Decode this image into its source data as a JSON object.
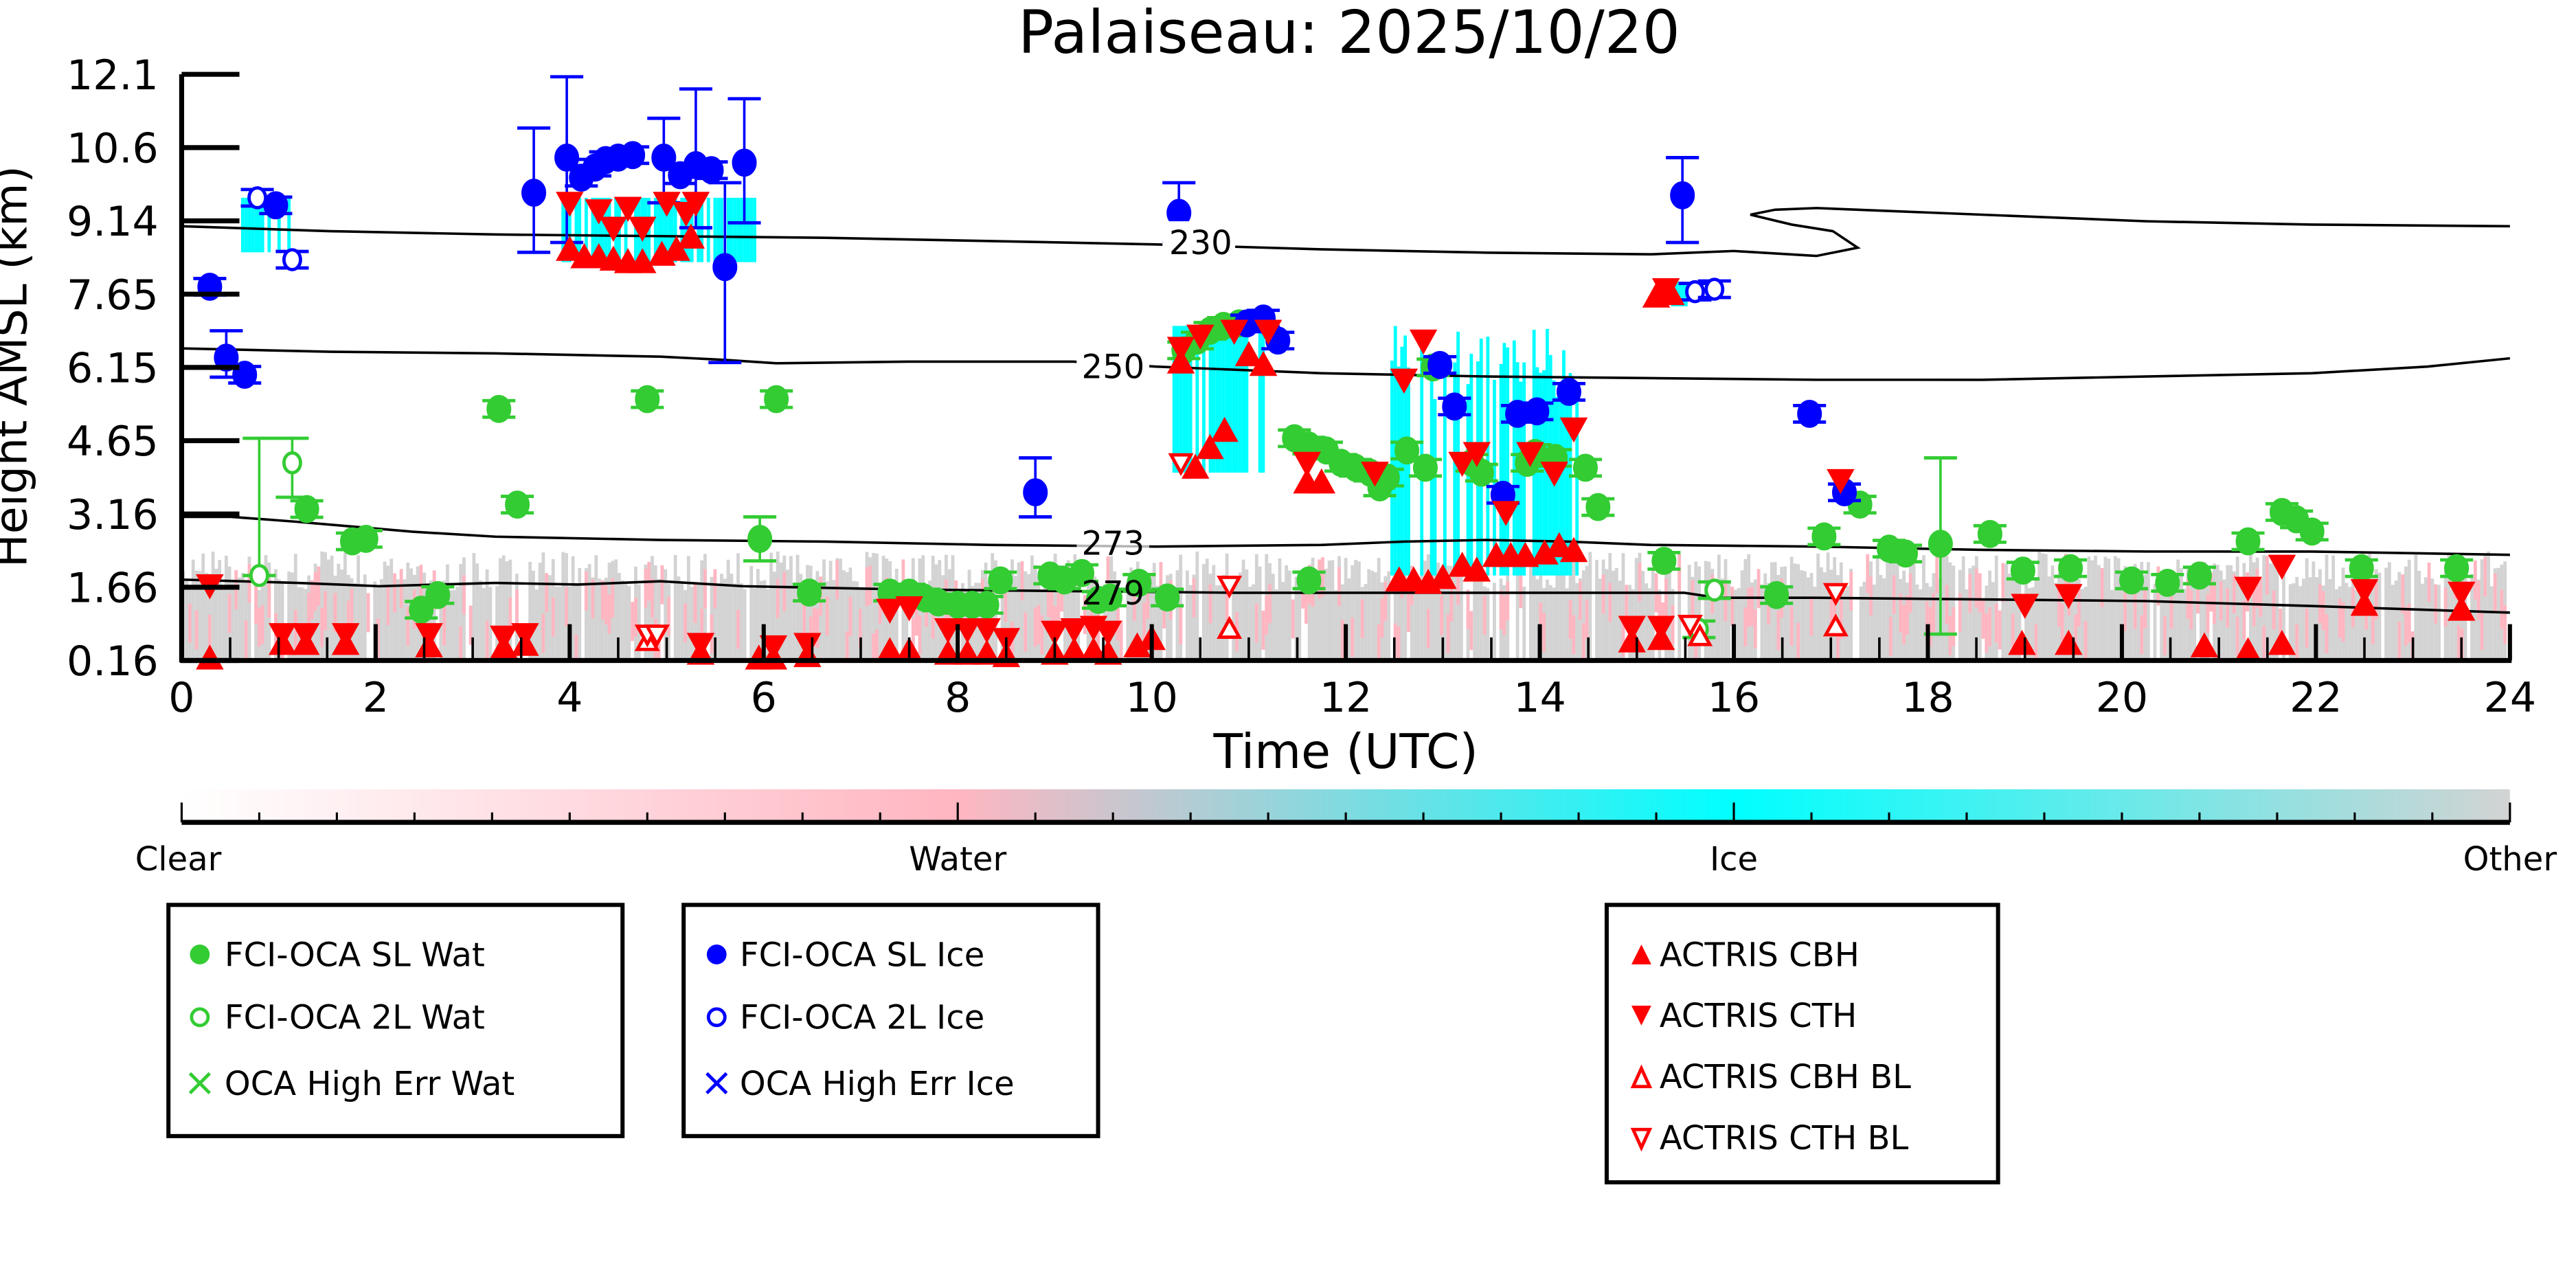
{
  "chart_data": {
    "type": "scatter",
    "title": "Palaiseau: 2025/10/20",
    "xlabel": "Time (UTC)",
    "ylabel": "Height AMSL (km)",
    "xlim": [
      0,
      24
    ],
    "xticks": [
      "0",
      "2",
      "4",
      "6",
      "8",
      "10",
      "12",
      "14",
      "16",
      "18",
      "20",
      "22",
      "24"
    ],
    "yticks": [
      "0.16",
      "1.66",
      "3.16",
      "4.65",
      "6.15",
      "7.65",
      "9.14",
      "10.6",
      "12.1"
    ],
    "ytick_values": [
      0.16,
      1.66,
      3.16,
      4.65,
      6.15,
      7.65,
      9.14,
      10.6,
      12.1
    ],
    "contour_labels": [
      "230",
      "250",
      "273",
      "279"
    ],
    "colorbar": {
      "labels": [
        "Clear",
        "Water",
        "Ice",
        "Other"
      ],
      "colors": [
        "#ffffff",
        "#ffb6c1",
        "#00ffff",
        "#d3d3d3"
      ]
    },
    "colors": {
      "water": "#33cc33",
      "ice": "#0000ff",
      "actris": "#ff0000",
      "ice_curtain": "#00ffff",
      "water_curtain": "#ffb6c1",
      "other_curtain": "#d3d3d3"
    },
    "legend": {
      "water": [
        "FCI-OCA SL Wat",
        "FCI-OCA 2L Wat",
        "OCA High Err Wat"
      ],
      "ice": [
        "FCI-OCA SL Ice",
        "FCI-OCA 2L Ice",
        "OCA High Err Ice"
      ],
      "actris": [
        "ACTRIS CBH",
        "ACTRIS CTH",
        "ACTRIS CBH BL",
        "ACTRIS CTH BL"
      ]
    },
    "series": [
      {
        "name": "FCI-OCA SL Wat",
        "points": [
          [
            1.29,
            3.26
          ],
          [
            1.76,
            2.6
          ],
          [
            1.9,
            2.65
          ],
          [
            2.47,
            1.2
          ],
          [
            2.64,
            1.5
          ],
          [
            3.27,
            5.3
          ],
          [
            3.46,
            3.35
          ],
          [
            4.8,
            5.5
          ],
          [
            5.96,
            2.65,
            2.2,
            3.1
          ],
          [
            6.13,
            5.5
          ],
          [
            6.47,
            1.55
          ],
          [
            7.3,
            1.55
          ],
          [
            7.5,
            1.55
          ],
          [
            7.65,
            1.45
          ],
          [
            7.8,
            1.35
          ],
          [
            8.0,
            1.3
          ],
          [
            8.15,
            1.3
          ],
          [
            8.3,
            1.3
          ],
          [
            8.44,
            1.8
          ],
          [
            8.95,
            1.9
          ],
          [
            9.1,
            1.8
          ],
          [
            9.28,
            1.95
          ],
          [
            9.45,
            1.4
          ],
          [
            9.57,
            1.45
          ],
          [
            9.87,
            1.75
          ],
          [
            10.16,
            1.45
          ],
          [
            10.33,
            6.5
          ],
          [
            10.47,
            6.7
          ],
          [
            10.6,
            6.9
          ],
          [
            10.74,
            7.0
          ],
          [
            10.9,
            7.05
          ],
          [
            11.47,
            4.7
          ],
          [
            11.62,
            4.55
          ],
          [
            11.62,
            1.8
          ],
          [
            11.8,
            4.45
          ],
          [
            11.95,
            4.2
          ],
          [
            12.1,
            4.1
          ],
          [
            12.25,
            4.0
          ],
          [
            12.35,
            3.7
          ],
          [
            12.43,
            3.9
          ],
          [
            12.63,
            4.45
          ],
          [
            12.82,
            4.1
          ],
          [
            12.9,
            6.15
          ],
          [
            13.3,
            4.2
          ],
          [
            13.4,
            4.0
          ],
          [
            13.87,
            4.2
          ],
          [
            13.95,
            4.4
          ],
          [
            14.16,
            4.3
          ],
          [
            14.47,
            4.1
          ],
          [
            14.6,
            3.3
          ],
          [
            15.28,
            2.2
          ],
          [
            16.44,
            1.5
          ],
          [
            16.93,
            2.7
          ],
          [
            17.3,
            3.35
          ],
          [
            17.6,
            2.45
          ],
          [
            17.77,
            2.35
          ],
          [
            18.13,
            2.55,
            0.7,
            4.3
          ],
          [
            18.64,
            2.75
          ],
          [
            18.98,
            2.0
          ],
          [
            19.47,
            2.05
          ],
          [
            20.1,
            1.8
          ],
          [
            20.47,
            1.75
          ],
          [
            20.8,
            1.9
          ],
          [
            21.3,
            2.6
          ],
          [
            21.65,
            3.2
          ],
          [
            21.8,
            3.05
          ],
          [
            21.96,
            2.8
          ],
          [
            22.47,
            2.05
          ],
          [
            23.45,
            2.05
          ]
        ]
      },
      {
        "name": "FCI-OCA 2L Wat",
        "points": [
          [
            0.8,
            1.9,
            1.9,
            4.7
          ],
          [
            1.14,
            4.2,
            3.5,
            4.7
          ],
          [
            15.64,
            0.8
          ],
          [
            15.8,
            1.6
          ]
        ]
      },
      {
        "name": "OCA High Err Wat",
        "points": []
      },
      {
        "name": "FCI-OCA SL Ice",
        "points": [
          [
            0.29,
            7.8
          ],
          [
            0.46,
            6.35,
            5.95,
            6.9
          ],
          [
            0.65,
            6.0
          ],
          [
            0.97,
            9.45
          ],
          [
            3.63,
            9.7,
            8.5,
            11.0
          ],
          [
            3.97,
            10.4,
            8.7,
            12.05
          ],
          [
            4.12,
            10.0
          ],
          [
            4.26,
            10.2
          ],
          [
            4.37,
            10.35
          ],
          [
            4.5,
            10.4
          ],
          [
            4.65,
            10.45
          ],
          [
            4.97,
            10.4,
            9.5,
            11.2
          ],
          [
            5.14,
            10.05
          ],
          [
            5.3,
            10.25,
            9.0,
            11.8
          ],
          [
            5.46,
            10.15
          ],
          [
            5.6,
            8.2,
            6.25,
            9.9
          ],
          [
            5.8,
            10.3,
            9.1,
            11.6
          ],
          [
            8.8,
            3.6,
            3.1,
            4.3
          ],
          [
            10.28,
            9.3,
            8.7,
            9.9
          ],
          [
            10.98,
            7.05
          ],
          [
            11.15,
            7.15
          ],
          [
            11.3,
            6.7
          ],
          [
            12.97,
            6.2
          ],
          [
            13.12,
            5.35
          ],
          [
            13.62,
            3.55
          ],
          [
            13.77,
            5.2
          ],
          [
            13.97,
            5.25
          ],
          [
            14.3,
            5.65
          ],
          [
            15.47,
            9.65,
            8.7,
            10.4
          ],
          [
            16.78,
            5.2
          ],
          [
            17.14,
            3.6
          ]
        ]
      },
      {
        "name": "FCI-OCA 2L Ice",
        "points": [
          [
            0.78,
            9.6
          ],
          [
            1.14,
            8.35
          ],
          [
            15.6,
            7.7
          ],
          [
            15.8,
            7.75
          ]
        ]
      },
      {
        "name": "OCA High Err Ice",
        "points": []
      },
      {
        "name": "ACTRIS CBH",
        "points": [
          [
            0.29,
            0.2
          ],
          [
            1.04,
            0.5
          ],
          [
            1.28,
            0.5
          ],
          [
            1.69,
            0.5
          ],
          [
            2.55,
            0.45
          ],
          [
            3.32,
            0.42
          ],
          [
            3.54,
            0.48
          ],
          [
            4.0,
            8.55
          ],
          [
            4.15,
            8.4
          ],
          [
            4.3,
            8.4
          ],
          [
            4.45,
            8.35
          ],
          [
            4.6,
            8.3
          ],
          [
            4.75,
            8.3
          ],
          [
            4.95,
            8.45
          ],
          [
            5.1,
            8.55
          ],
          [
            5.25,
            8.8
          ],
          [
            5.35,
            0.3
          ],
          [
            5.95,
            0.2
          ],
          [
            6.1,
            0.2
          ],
          [
            6.45,
            0.25
          ],
          [
            7.3,
            0.35
          ],
          [
            7.5,
            0.35
          ],
          [
            7.9,
            0.3
          ],
          [
            8.1,
            0.3
          ],
          [
            8.3,
            0.3
          ],
          [
            8.5,
            0.25
          ],
          [
            9.0,
            0.3
          ],
          [
            9.2,
            0.35
          ],
          [
            9.4,
            0.35
          ],
          [
            9.55,
            0.3
          ],
          [
            9.85,
            0.45
          ],
          [
            10.0,
            0.6
          ],
          [
            10.3,
            6.25
          ],
          [
            10.45,
            4.1
          ],
          [
            10.6,
            4.5
          ],
          [
            10.75,
            4.85
          ],
          [
            11.0,
            6.4
          ],
          [
            11.15,
            6.2
          ],
          [
            11.6,
            3.8
          ],
          [
            11.75,
            3.8
          ],
          [
            12.55,
            1.8
          ],
          [
            12.7,
            1.8
          ],
          [
            12.85,
            1.75
          ],
          [
            13.0,
            1.85
          ],
          [
            13.2,
            2.1
          ],
          [
            13.35,
            2.0
          ],
          [
            13.55,
            2.3
          ],
          [
            13.7,
            2.3
          ],
          [
            13.85,
            2.3
          ],
          [
            14.05,
            2.35
          ],
          [
            14.2,
            2.5
          ],
          [
            14.35,
            2.4
          ],
          [
            14.95,
            0.55
          ],
          [
            15.2,
            7.6
          ],
          [
            15.25,
            0.6
          ],
          [
            15.35,
            7.65
          ],
          [
            18.97,
            0.5
          ],
          [
            19.45,
            0.5
          ],
          [
            20.85,
            0.45
          ],
          [
            21.3,
            0.35
          ],
          [
            21.65,
            0.5
          ],
          [
            22.5,
            1.3
          ],
          [
            23.5,
            1.2
          ]
        ]
      },
      {
        "name": "ACTRIS CTH",
        "points": [
          [
            0.29,
            1.7
          ],
          [
            1.04,
            0.7
          ],
          [
            1.28,
            0.7
          ],
          [
            1.69,
            0.7
          ],
          [
            2.55,
            0.7
          ],
          [
            3.32,
            0.65
          ],
          [
            3.54,
            0.7
          ],
          [
            4.0,
            9.5
          ],
          [
            4.3,
            9.35
          ],
          [
            4.45,
            9.0
          ],
          [
            4.6,
            9.4
          ],
          [
            4.75,
            9.0
          ],
          [
            5.0,
            9.5
          ],
          [
            5.2,
            9.3
          ],
          [
            5.3,
            9.5
          ],
          [
            5.35,
            0.5
          ],
          [
            6.1,
            0.45
          ],
          [
            6.45,
            0.5
          ],
          [
            7.3,
            1.2
          ],
          [
            7.5,
            1.25
          ],
          [
            7.9,
            0.8
          ],
          [
            8.1,
            0.8
          ],
          [
            8.3,
            0.8
          ],
          [
            8.5,
            0.6
          ],
          [
            9.0,
            0.75
          ],
          [
            9.2,
            0.8
          ],
          [
            9.4,
            0.85
          ],
          [
            9.55,
            0.75
          ],
          [
            10.3,
            6.55
          ],
          [
            10.5,
            6.8
          ],
          [
            10.85,
            6.9
          ],
          [
            11.2,
            6.9
          ],
          [
            11.6,
            4.2
          ],
          [
            12.3,
            4.0
          ],
          [
            12.6,
            5.9
          ],
          [
            12.8,
            6.7
          ],
          [
            13.2,
            4.2
          ],
          [
            13.35,
            4.4
          ],
          [
            13.65,
            3.2
          ],
          [
            13.9,
            4.4
          ],
          [
            14.15,
            4.0
          ],
          [
            14.35,
            4.9
          ],
          [
            14.95,
            0.85
          ],
          [
            15.25,
            0.85
          ],
          [
            15.3,
            7.75
          ],
          [
            17.1,
            3.85
          ],
          [
            19.0,
            1.3
          ],
          [
            19.45,
            1.5
          ],
          [
            21.3,
            1.65
          ],
          [
            21.65,
            2.1
          ],
          [
            22.5,
            1.6
          ],
          [
            23.5,
            1.55
          ]
        ]
      },
      {
        "name": "ACTRIS CBH BL",
        "points": [
          [
            4.8,
            0.55
          ],
          [
            10.8,
            0.8
          ],
          [
            15.65,
            0.65
          ],
          [
            17.05,
            0.85
          ]
        ]
      },
      {
        "name": "ACTRIS CTH BL",
        "points": [
          [
            4.8,
            0.7
          ],
          [
            4.9,
            0.7
          ],
          [
            10.3,
            4.2
          ],
          [
            10.8,
            1.7
          ],
          [
            15.55,
            0.9
          ],
          [
            17.05,
            1.55
          ]
        ]
      }
    ]
  }
}
